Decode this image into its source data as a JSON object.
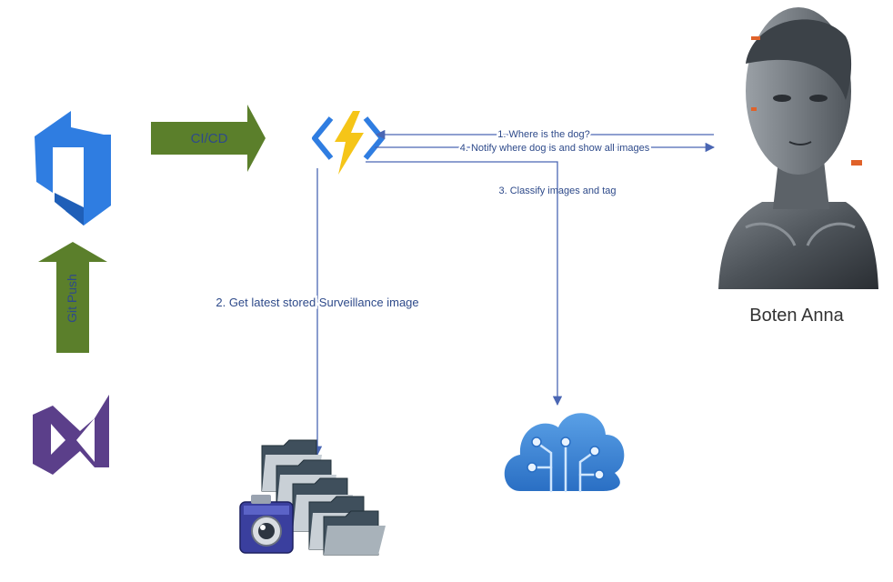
{
  "colors": {
    "connector": "#4a66b3",
    "label_text": "#2e4a8a",
    "green_arrow": "#5b7f2b",
    "devops_blue": "#2f7de1",
    "vs_purple": "#5b3f8a",
    "bolt": "#f5c518",
    "cloud_blue": "#4a8fd8"
  },
  "arrows": {
    "cicd": "CI/CD",
    "git_push": "Git Push"
  },
  "connectors": {
    "step1": "1. Where is the dog?",
    "step4": "4. Notify where dog is and show all images",
    "step3": "3. Classify images and tag",
    "step2": "2. Get latest stored Surveillance image"
  },
  "nodes": {
    "azure_devops": "azure-devops-icon",
    "visual_studio": "visual-studio-icon",
    "azure_function": "azure-function-icon",
    "storage": "camera-folders-icon",
    "cognitive_services": "cognitive-services-cloud-icon",
    "robot": "robot-bust-image",
    "robot_name": "Boten Anna"
  }
}
